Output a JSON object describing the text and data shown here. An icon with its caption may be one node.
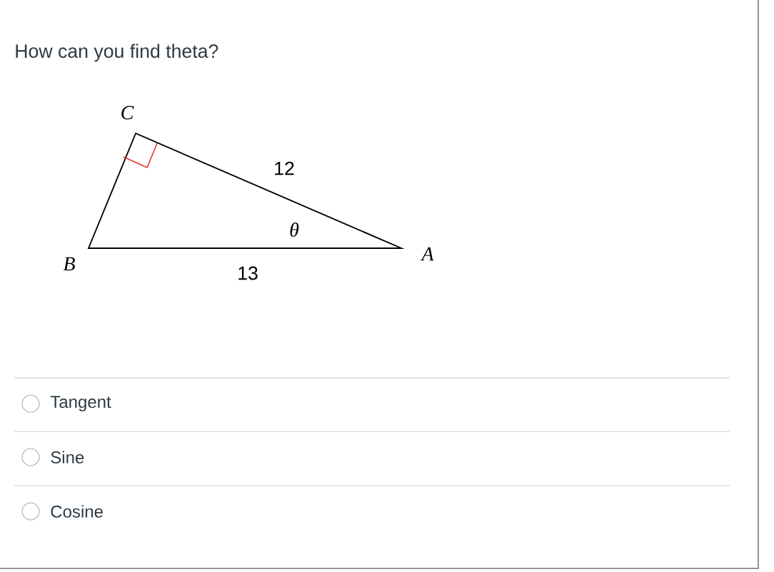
{
  "diagram": {
    "title": "How can you find theta?",
    "labels": [
      "C",
      "12",
      "θ",
      "B",
      "A",
      "13",
      "Tangent",
      "Sine",
      "Cosine"
    ]
  }
}
